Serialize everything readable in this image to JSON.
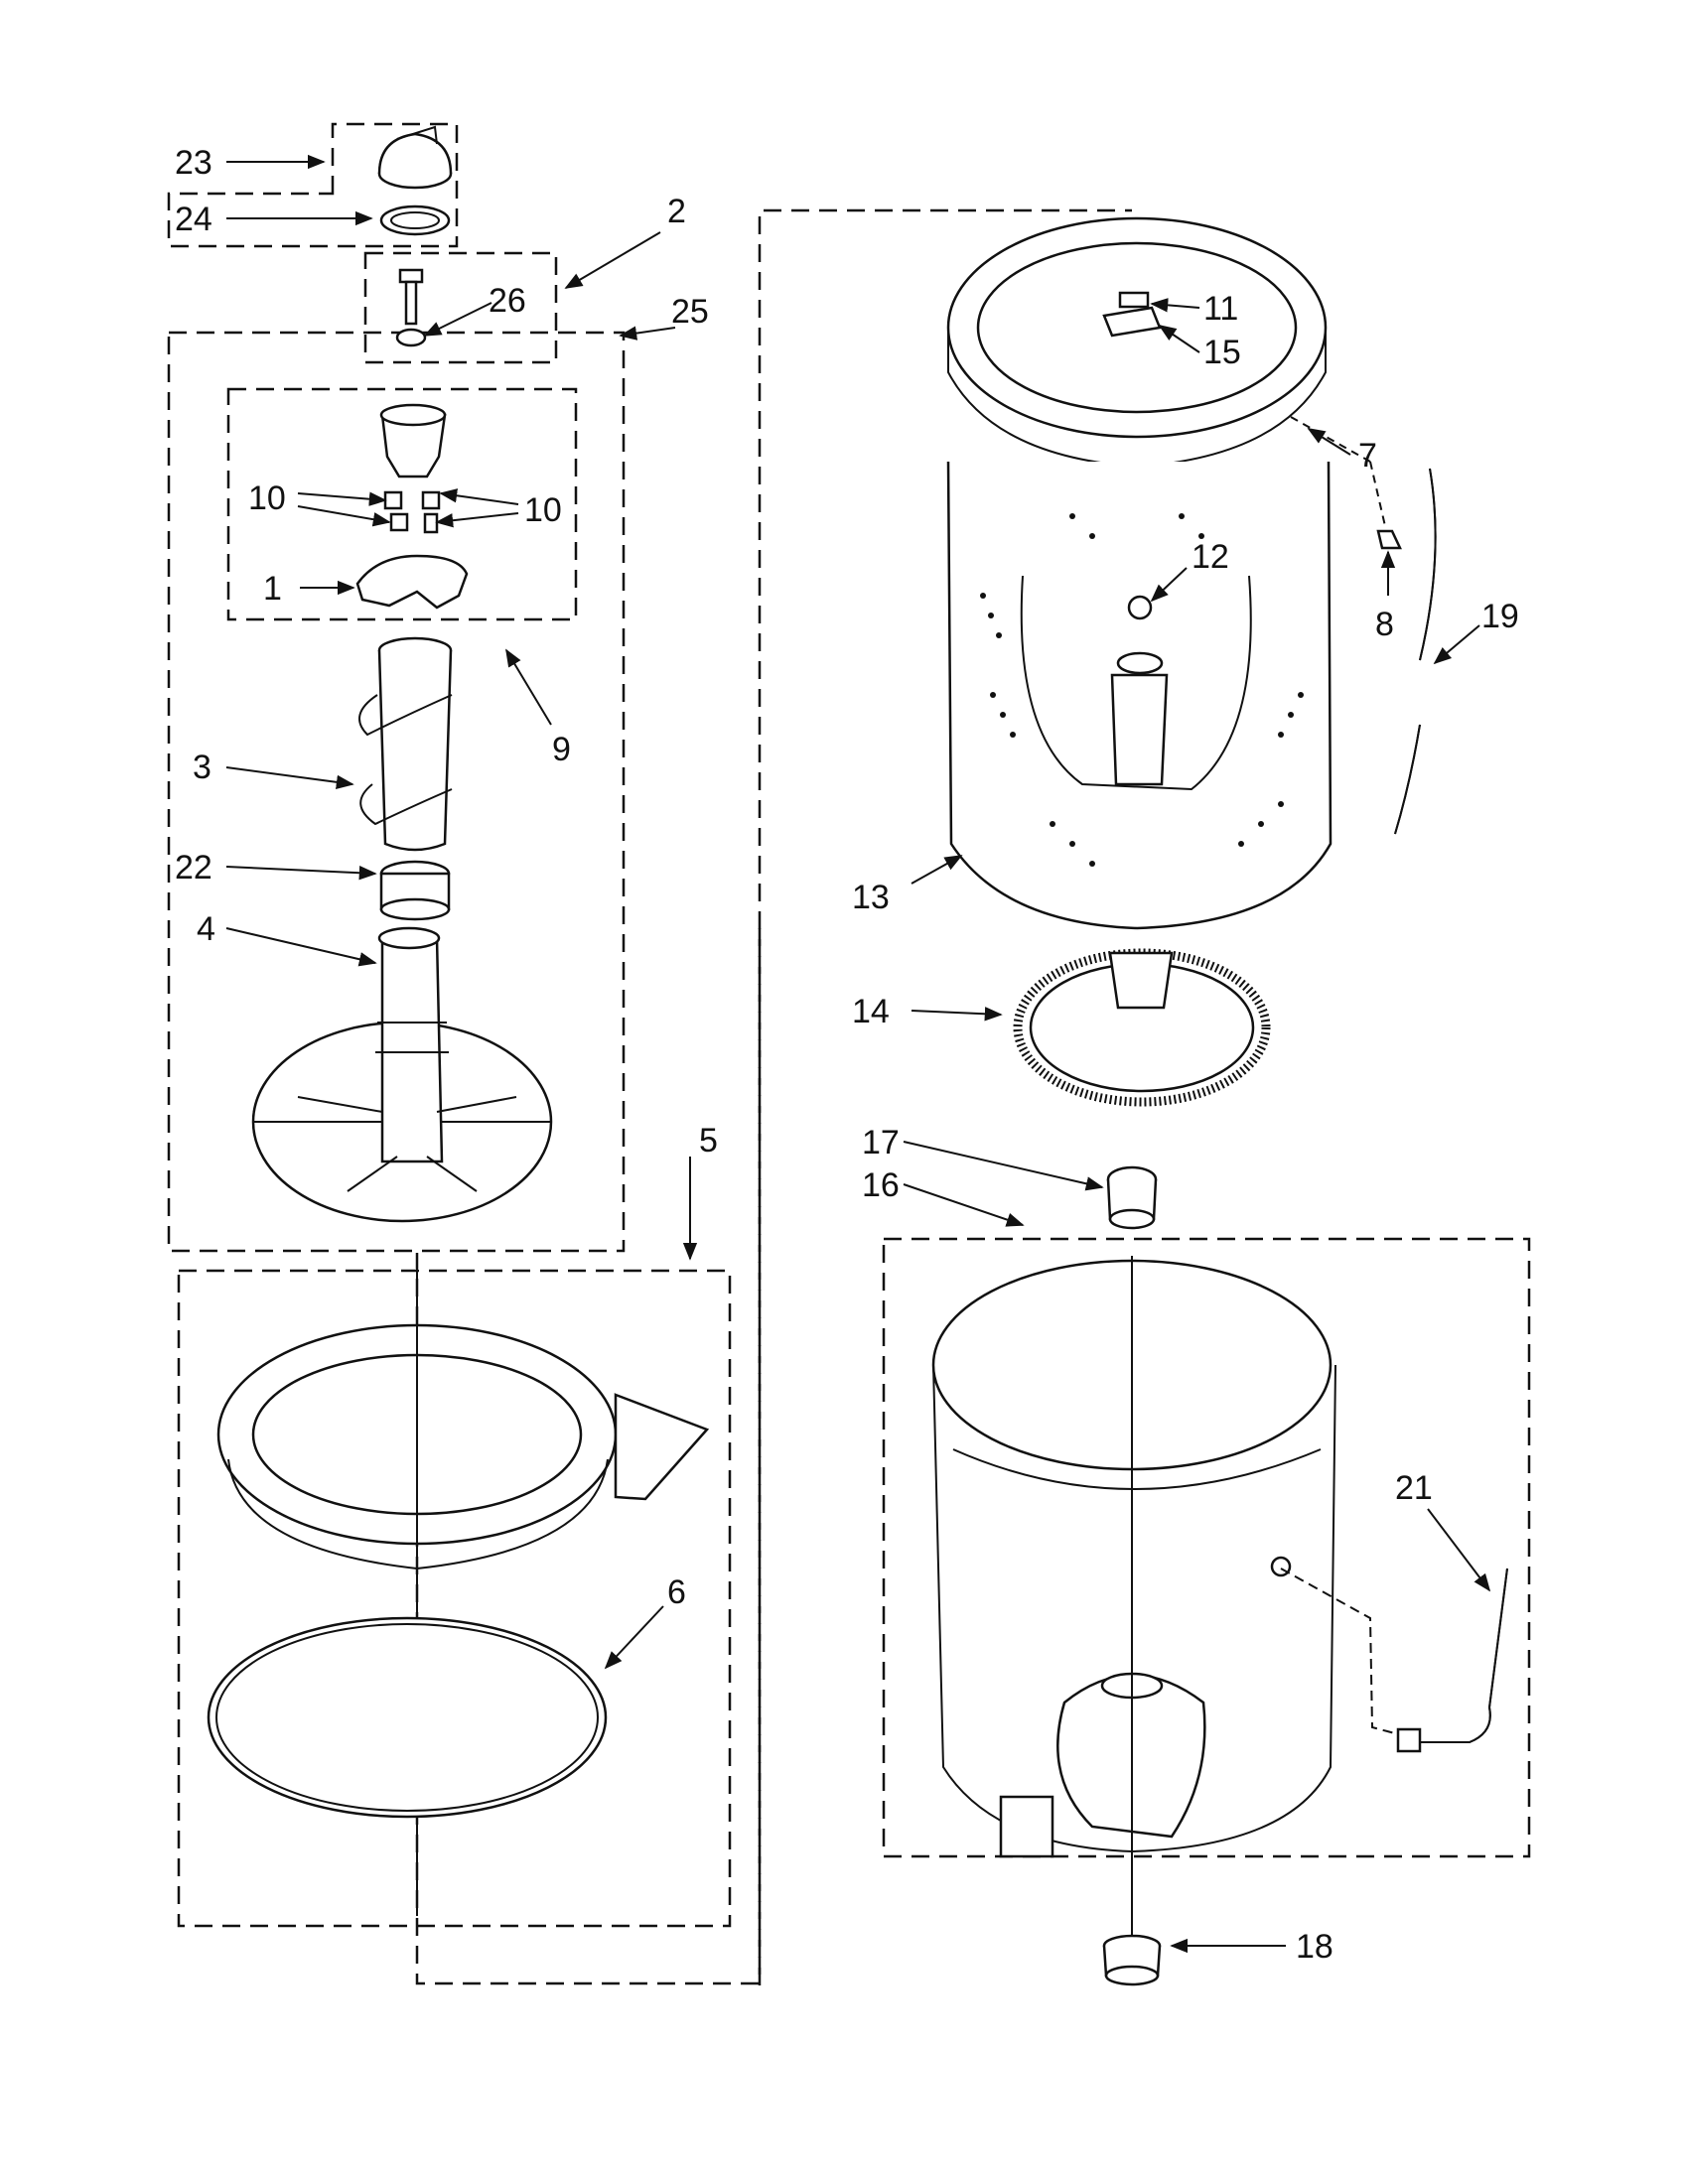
{
  "diagram": {
    "callouts": {
      "c1": "1",
      "c2": "2",
      "c3": "3",
      "c4": "4",
      "c5": "5",
      "c6": "6",
      "c7": "7",
      "c8": "8",
      "c9": "9",
      "c10a": "10",
      "c10b": "10",
      "c11": "11",
      "c12": "12",
      "c13": "13",
      "c14": "14",
      "c15": "15",
      "c16": "16",
      "c17": "17",
      "c18": "18",
      "c19": "19",
      "c21": "21",
      "c22": "22",
      "c23": "23",
      "c24": "24",
      "c25": "25",
      "c26": "26"
    }
  }
}
